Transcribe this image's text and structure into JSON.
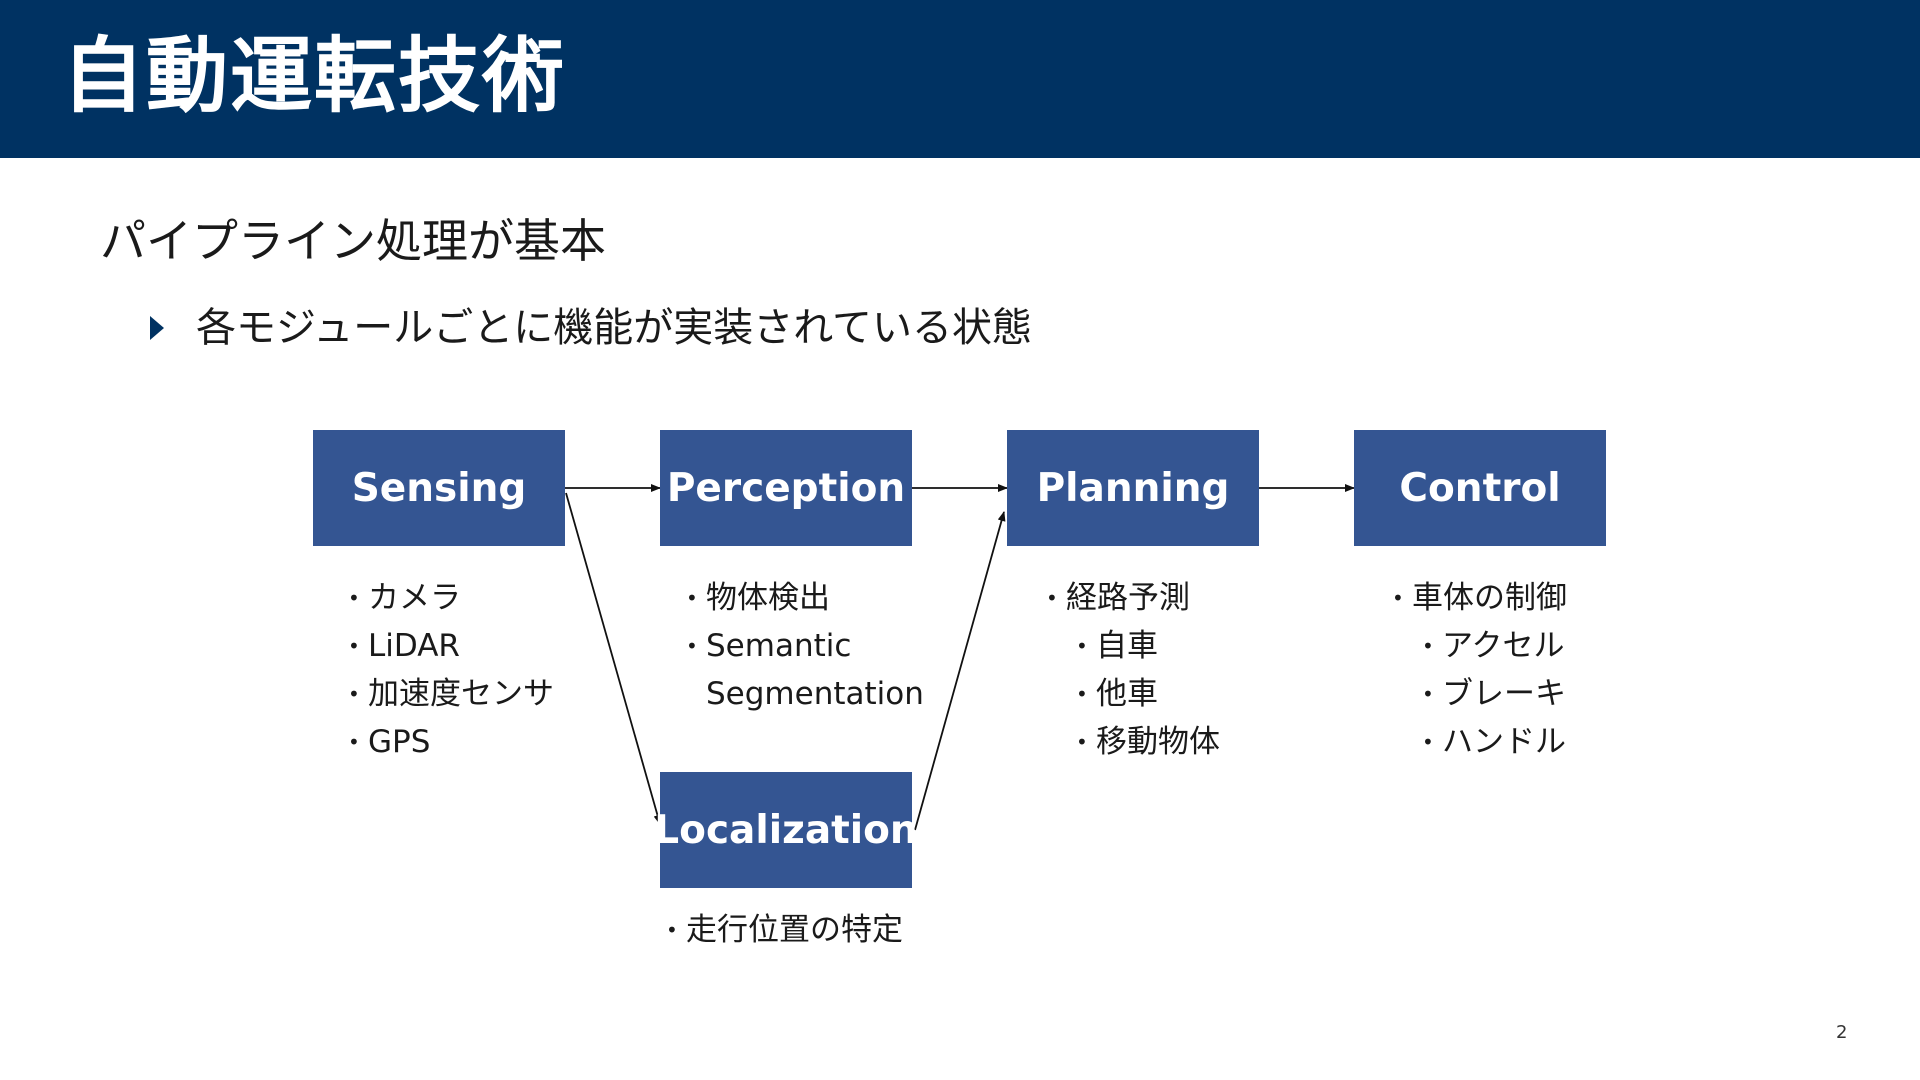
{
  "slide": {
    "title": "自動運転技術",
    "subheading": "パイプライン処理が基本",
    "bullet": "各モジュールごとに機能が実装されている状態",
    "page_number": "2"
  },
  "colors": {
    "header": "#003262",
    "box": "#345592",
    "box_text": "#ffffff"
  },
  "diagram": {
    "modules": {
      "sensing": {
        "label": "Sensing",
        "items": [
          "カメラ",
          "LiDAR",
          "加速度センサ",
          "GPS"
        ]
      },
      "perception": {
        "label": "Perception",
        "items": [
          "物体検出",
          "Semantic",
          "Segmentation"
        ]
      },
      "planning": {
        "label": "Planning",
        "items": [
          "経路予測",
          "自車",
          "他車",
          "移動物体"
        ]
      },
      "control": {
        "label": "Control",
        "items": [
          "車体の制御",
          "アクセル",
          "ブレーキ",
          "ハンドル"
        ]
      },
      "localization": {
        "label": "Localization",
        "items": [
          "走行位置の特定"
        ]
      }
    },
    "edges": [
      {
        "from": "Sensing",
        "to": "Perception"
      },
      {
        "from": "Perception",
        "to": "Planning"
      },
      {
        "from": "Planning",
        "to": "Control"
      },
      {
        "from": "Sensing",
        "to": "Localization"
      },
      {
        "from": "Localization",
        "to": "Planning"
      }
    ]
  }
}
